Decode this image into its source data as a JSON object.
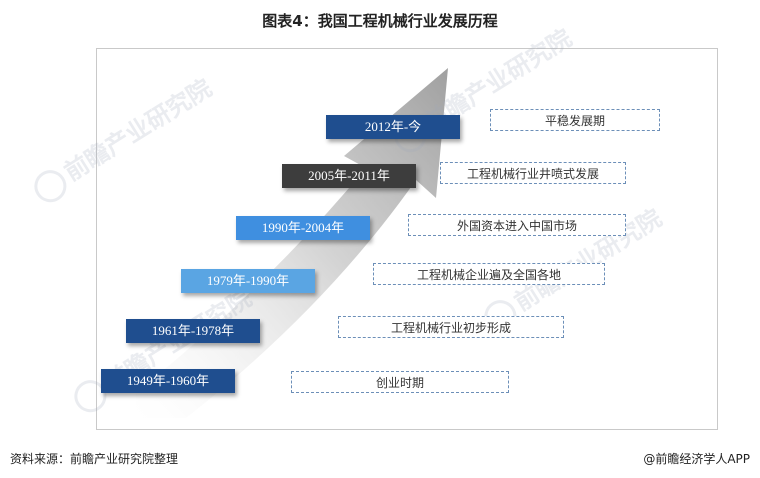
{
  "title": "图表4：我国工程机械行业发展历程",
  "periods": [
    {
      "label": "2012年-今",
      "color": "#1f4e8f"
    },
    {
      "label": "2005年-2011年",
      "color": "#3d3d3d"
    },
    {
      "label": "1990年-2004年",
      "color": "#3f8fe0"
    },
    {
      "label": "1979年-1990年",
      "color": "#5aa5e3"
    },
    {
      "label": "1961年-1978年",
      "color": "#1f4e8f"
    },
    {
      "label": "1949年-1960年",
      "color": "#1f4e8f"
    }
  ],
  "stages": [
    "平稳发展期",
    "工程机械行业井喷式发展",
    "外国资本进入中国市场",
    "工程机械企业遍及全国各地",
    "工程机械行业初步形成",
    "创业时期"
  ],
  "watermark": "前瞻产业研究院",
  "footer": {
    "source": "资料来源：前瞻产业研究院整理",
    "credit": "@前瞻经济学人APP"
  }
}
